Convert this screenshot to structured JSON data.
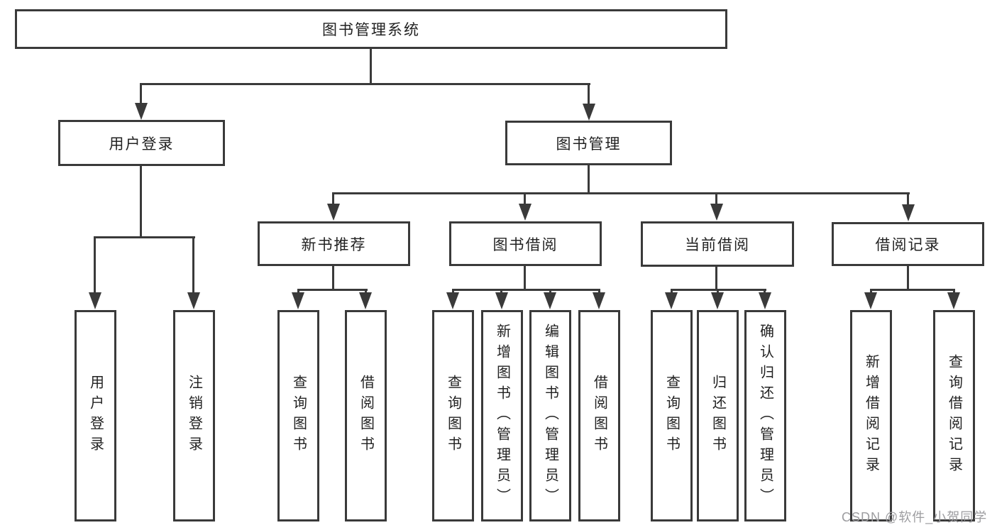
{
  "tree": {
    "label": "图书管理系统",
    "children": [
      {
        "label": "用户登录",
        "children": [
          {
            "label": "用户登录"
          },
          {
            "label": "注销登录"
          }
        ]
      },
      {
        "label": "图书管理",
        "children": [
          {
            "label": "新书推荐",
            "children": [
              {
                "label": "查询图书"
              },
              {
                "label": "借阅图书"
              }
            ]
          },
          {
            "label": "图书借阅",
            "children": [
              {
                "label": "查询图书"
              },
              {
                "label": "新增图书（管理员）"
              },
              {
                "label": "编辑图书（管理员）"
              },
              {
                "label": "借阅图书"
              }
            ]
          },
          {
            "label": "当前借阅",
            "children": [
              {
                "label": "查询图书"
              },
              {
                "label": "归还图书"
              },
              {
                "label": "确认归还（管理员）"
              }
            ]
          },
          {
            "label": "借阅记录",
            "children": [
              {
                "label": "新增借阅记录"
              },
              {
                "label": "查询借阅记录"
              }
            ]
          }
        ]
      }
    ]
  },
  "watermark": {
    "text": "CSDN @软件_小贺同学"
  },
  "colors": {
    "background": "#ffffff",
    "box_border": "#3a3a3a",
    "connector": "#3a3a3a",
    "text": "#222222",
    "watermark": "#9d9da0"
  }
}
